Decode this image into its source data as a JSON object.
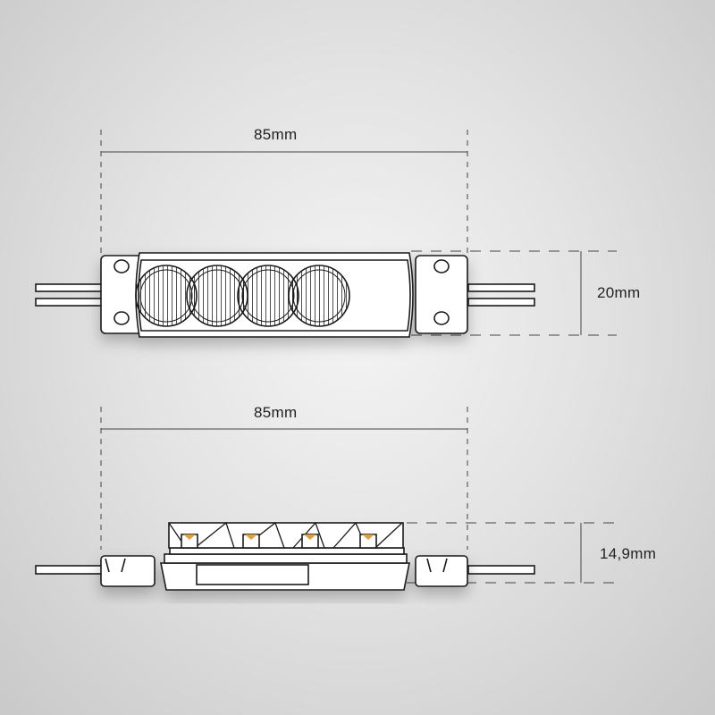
{
  "top_view": {
    "width_label": "85mm",
    "height_label": "20mm",
    "lens_count": 4
  },
  "side_view": {
    "width_label": "85mm",
    "height_label": "14,9mm",
    "led_count": 4
  },
  "colors": {
    "outline": "#1a1a1a",
    "fill": "#ffffff",
    "led": "#e0a040",
    "dim_line": "#444444"
  }
}
